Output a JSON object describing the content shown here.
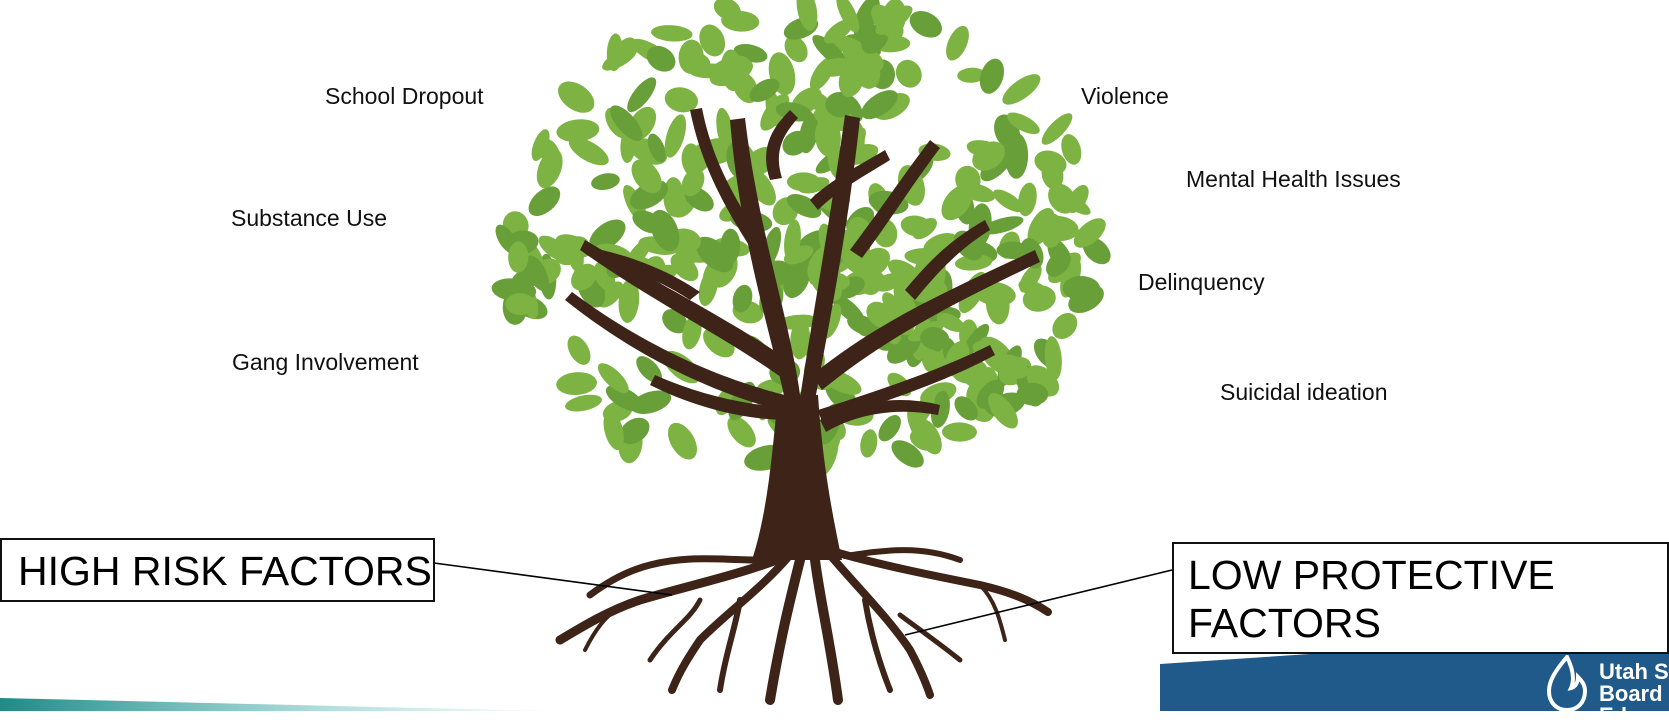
{
  "outcomes": {
    "left": [
      "School Dropout",
      "Substance Use",
      "Gang Involvement"
    ],
    "right": [
      "Violence",
      "Mental Health Issues",
      "Delinquency",
      "Suicidal ideation"
    ]
  },
  "factors": {
    "high_risk": "HIGH RISK FACTORS",
    "low_protective_line1": "LOW PROTECTIVE",
    "low_protective_line2": "FACTORS"
  },
  "logo": {
    "line1": "Utah S",
    "line2": "Board",
    "line3": "Educa"
  },
  "colors": {
    "leaf": "#7cb342",
    "leaf_dark": "#689f38",
    "trunk": "#3e2418",
    "footer_blue": "#1f5a8a",
    "footer_teal": "#1f8a86"
  },
  "icons": [
    "tree-illustration",
    "flame-logo-icon"
  ]
}
